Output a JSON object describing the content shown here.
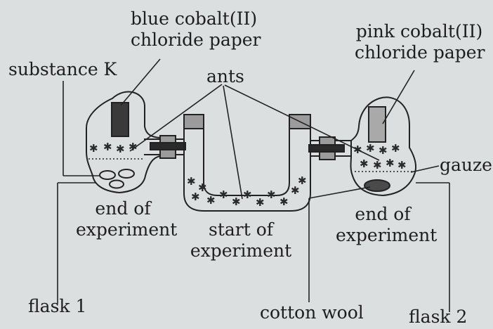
{
  "labels": {
    "blue_paper_line1": "blue cobalt(II)",
    "blue_paper_line2": "chloride paper",
    "pink_paper_line1": "pink cobalt(II)",
    "pink_paper_line2": "chloride paper",
    "substance_k": "substance K",
    "ants": "ants",
    "gauze": "gauze",
    "end_left_line1": "end of",
    "end_left_line2": "experiment",
    "start_line1": "start of",
    "start_line2": "experiment",
    "end_right_line1": "end of",
    "end_right_line2": "experiment",
    "flask1": "flask 1",
    "cotton_wool": "cotton wool",
    "flask2": "flask 2"
  },
  "colors": {
    "background": "#dcdfe0",
    "line": "#222222",
    "blue_paper": "#3a3a3a",
    "pink_paper": "#a9a9a9",
    "cotton_wool": "#4a4a4a"
  },
  "icons": {
    "ant": "ant-icon"
  }
}
